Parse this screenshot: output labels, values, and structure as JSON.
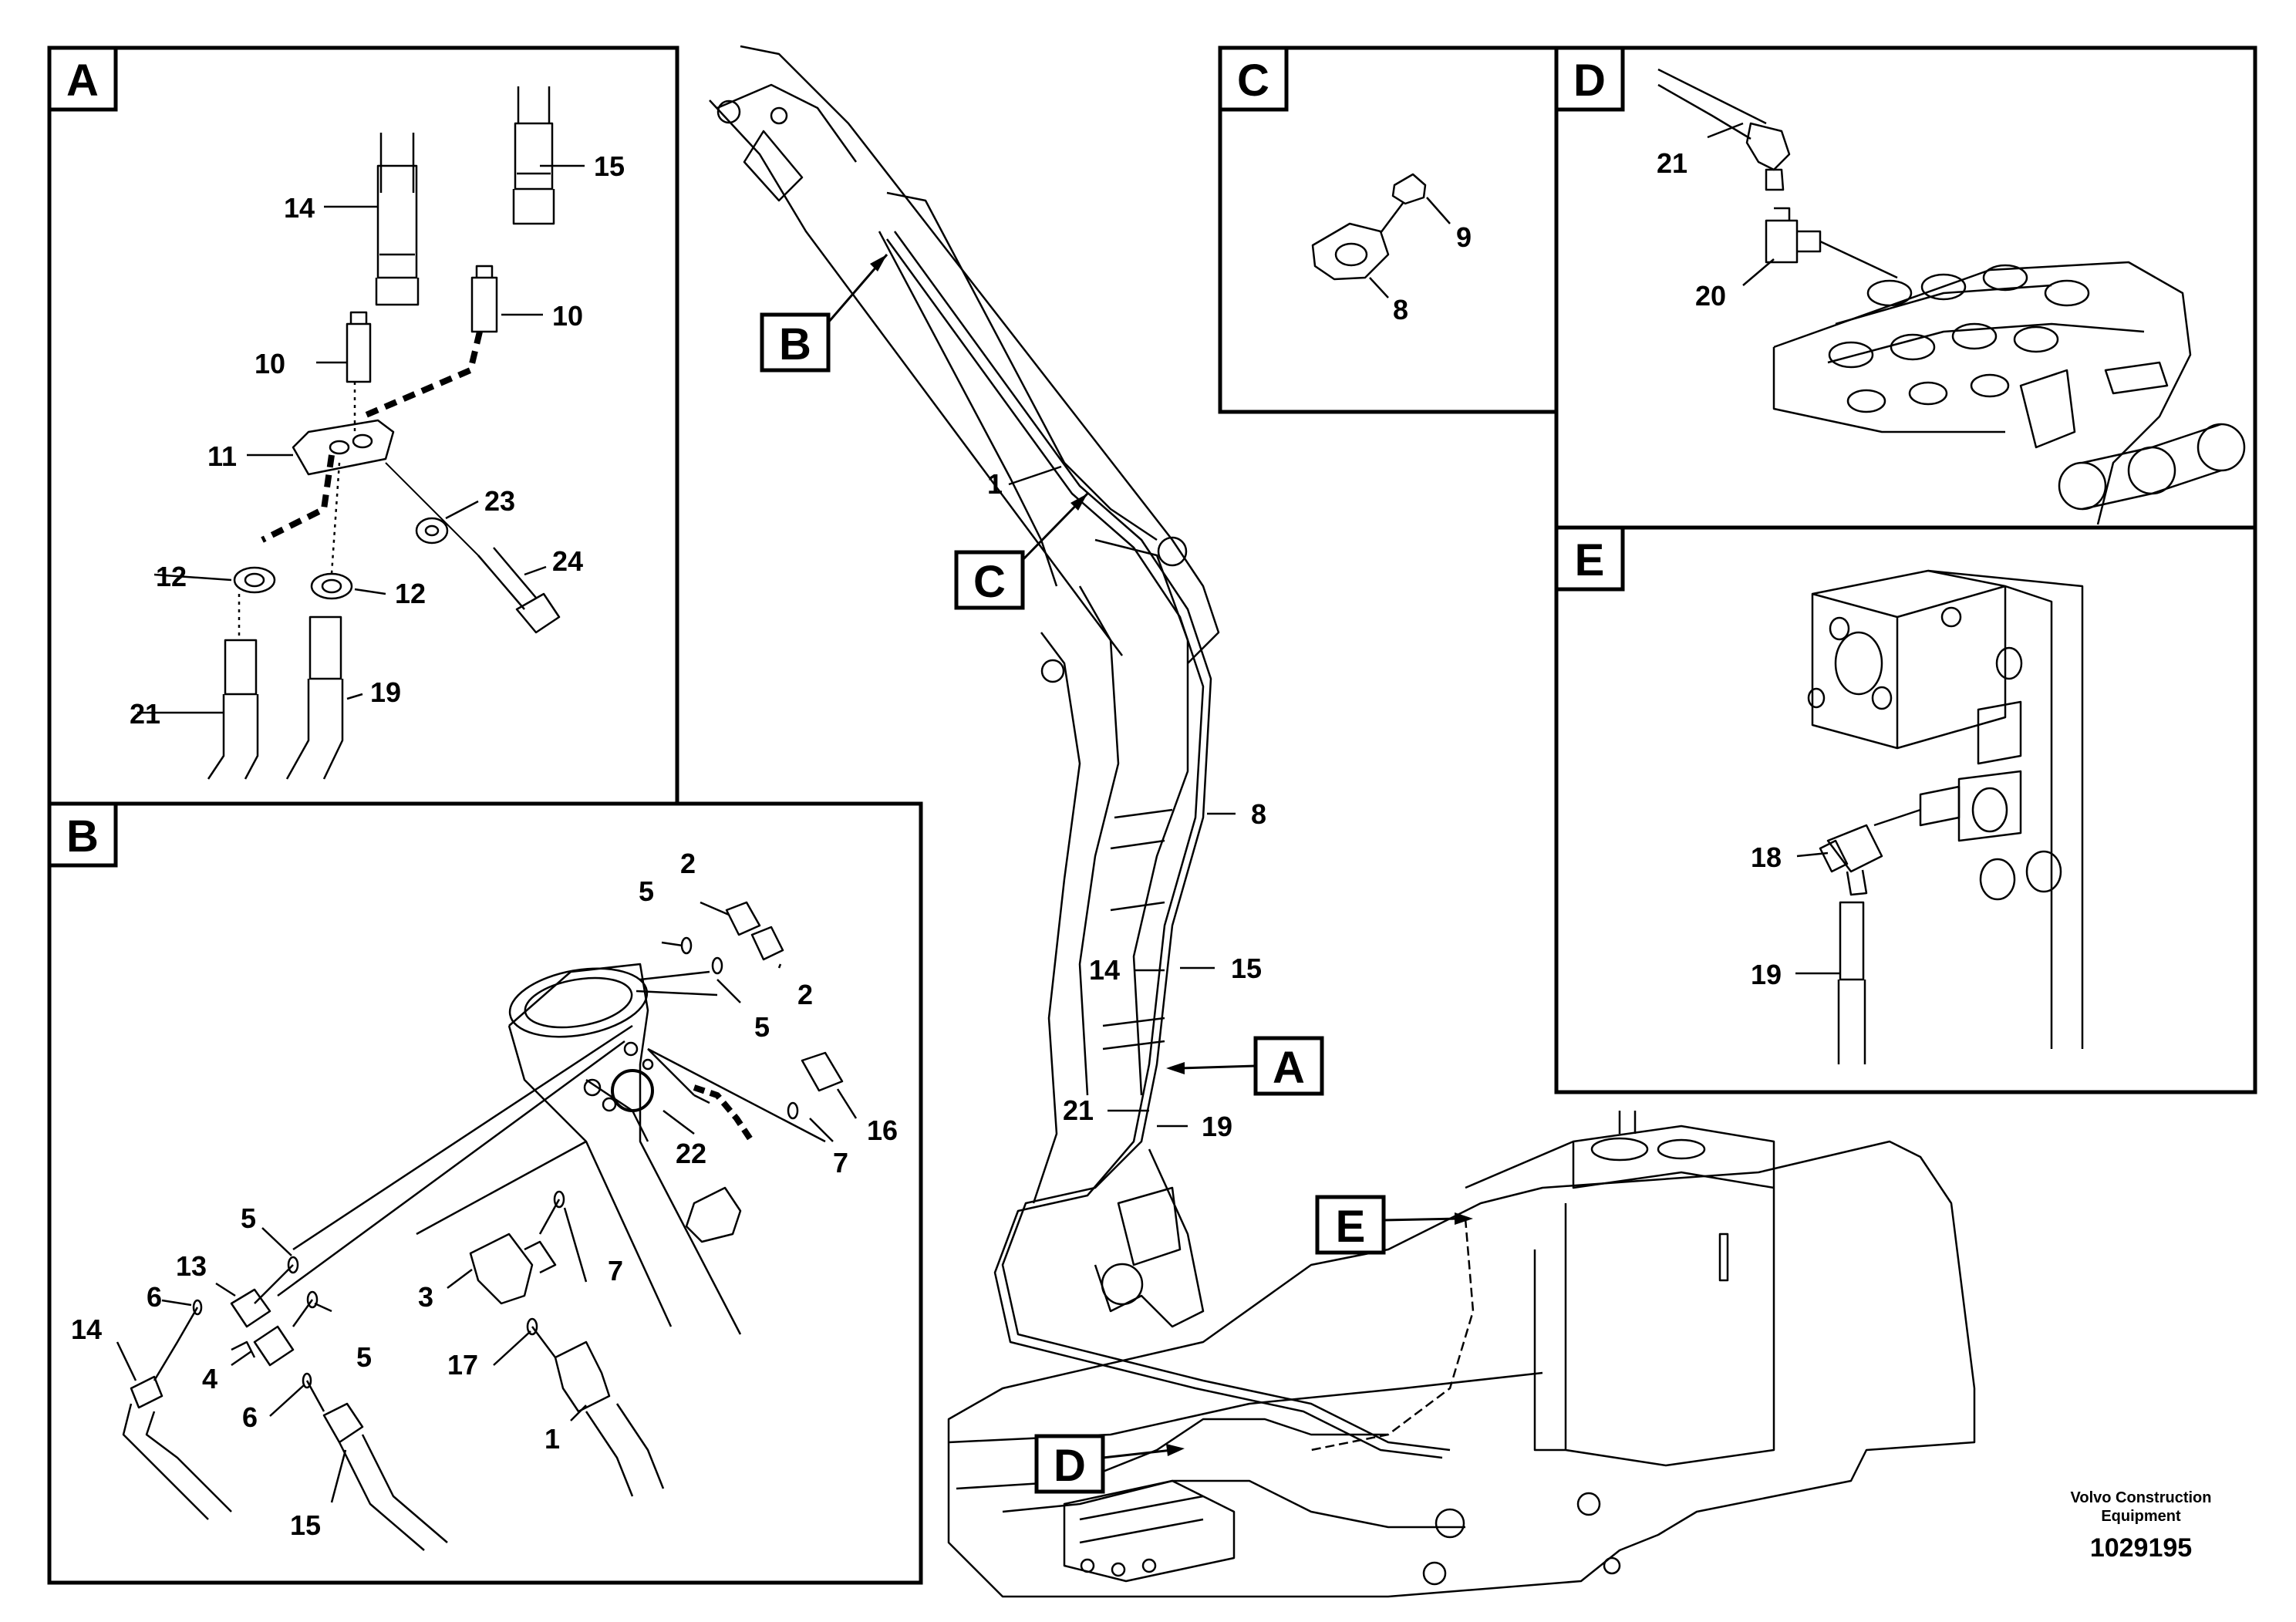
{
  "panels": {
    "A": {
      "letter": "A",
      "callouts": {
        "c14": "14",
        "c15": "15",
        "c10a": "10",
        "c10b": "10",
        "c11": "11",
        "c23": "23",
        "c12a": "12",
        "c12b": "12",
        "c24": "24",
        "c21": "21",
        "c19": "19"
      }
    },
    "B": {
      "letter": "B",
      "callouts": {
        "c2a": "2",
        "c5a": "5",
        "c2b": "2",
        "c5b": "5",
        "c16": "16",
        "c22": "22",
        "c7a": "7",
        "c5c": "5",
        "c13": "13",
        "c6a": "6",
        "c14": "14",
        "c5d": "5",
        "c4": "4",
        "c6b": "6",
        "c3": "3",
        "c7b": "7",
        "c17": "17",
        "c15": "15",
        "c1": "1"
      }
    },
    "C": {
      "letter": "C",
      "callouts": {
        "c9": "9",
        "c8": "8"
      }
    },
    "D": {
      "letter": "D",
      "callouts": {
        "c21": "21",
        "c20": "20"
      }
    },
    "E": {
      "letter": "E",
      "callouts": {
        "c18": "18",
        "c19": "19"
      }
    }
  },
  "main": {
    "tags": {
      "B": "B",
      "C": "C",
      "A": "A",
      "E": "E",
      "D": "D"
    },
    "callouts": {
      "c1": "1",
      "c8": "8",
      "c14": "14",
      "c15": "15",
      "c21": "21",
      "c19": "19"
    }
  },
  "footer": {
    "brand_line1": "Volvo Construction",
    "brand_line2": "Equipment",
    "drawing_number": "1029195"
  }
}
